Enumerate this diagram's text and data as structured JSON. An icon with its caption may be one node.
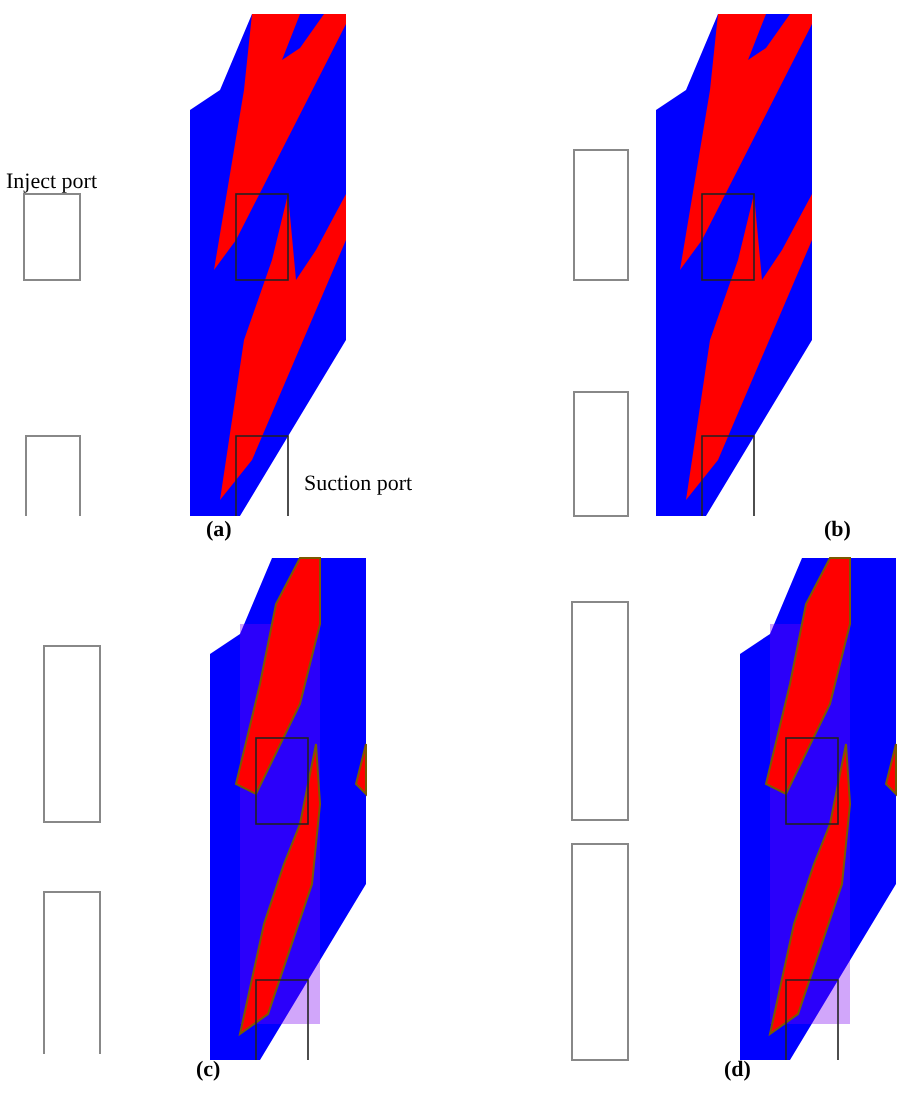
{
  "diagram": {
    "labels": [
      "Inject port",
      "Suction port",
      "(a)",
      "(b)",
      "(c)",
      "(d)"
    ]
  }
}
